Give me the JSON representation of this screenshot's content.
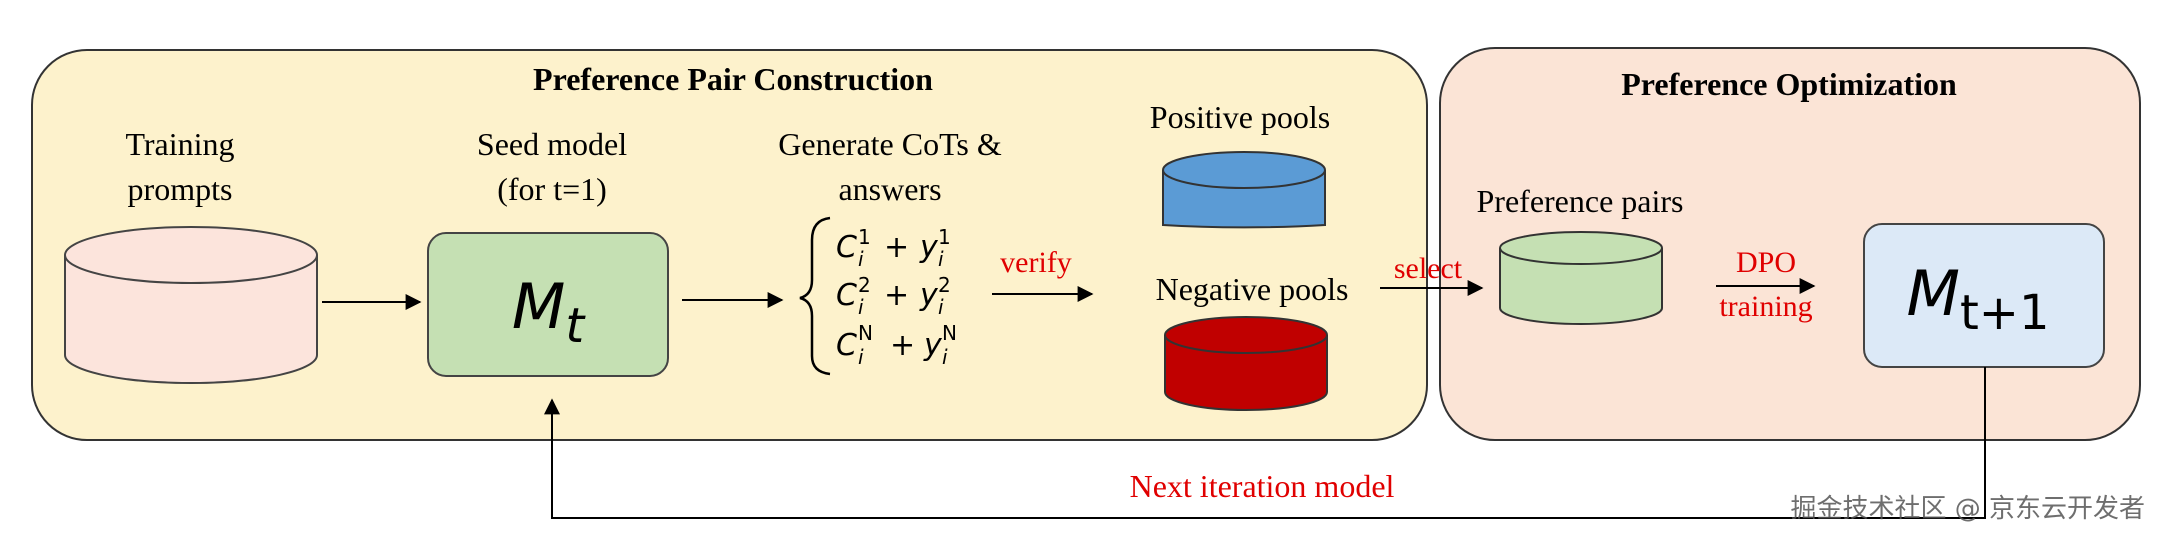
{
  "panels": {
    "construction": {
      "title": "Preference Pair Construction",
      "fill": "#fdf2cc"
    },
    "optimization": {
      "title": "Preference Optimization",
      "fill": "#fbe4d6"
    }
  },
  "training_prompts": {
    "line1": "Training",
    "line2": "prompts",
    "fill": "#fce4dc"
  },
  "seed_model": {
    "line1": "Seed model",
    "line2": "(for t=1)",
    "symbol": "M",
    "subscript": "t",
    "fill": "#c5e0b3"
  },
  "generate": {
    "line1": "Generate CoTs &",
    "line2": "answers",
    "rows": [
      {
        "c": "C",
        "c_sub": "i",
        "c_sup": "1",
        "plus": "+",
        "y": "y",
        "y_sub": "i",
        "y_sup": "1"
      },
      {
        "c": "C",
        "c_sub": "i",
        "c_sup": "2",
        "plus": "+",
        "y": "y",
        "y_sub": "i",
        "y_sup": "2"
      },
      {
        "c": "C",
        "c_sub": "i",
        "c_sup": "N",
        "plus": "+",
        "y": "y",
        "y_sub": "i",
        "y_sup": "N"
      }
    ]
  },
  "verify_label": "verify",
  "positive_pools": {
    "label": "Positive pools",
    "fill": "#5b9bd5"
  },
  "negative_pools": {
    "label": "Negative pools",
    "fill": "#c00000"
  },
  "select_label": "select",
  "preference_pairs": {
    "label": "Preference pairs",
    "fill": "#c5e0b3"
  },
  "dpo": {
    "line1": "DPO",
    "line2": "training"
  },
  "next_model": {
    "symbol": "M",
    "subscript": "t+1",
    "fill": "#dce9f7"
  },
  "next_iteration_label": "Next iteration model",
  "watermark": "掘金技术社区 @ 京东云开发者",
  "colors": {
    "red_text": "#e00000",
    "line": "#000000"
  }
}
